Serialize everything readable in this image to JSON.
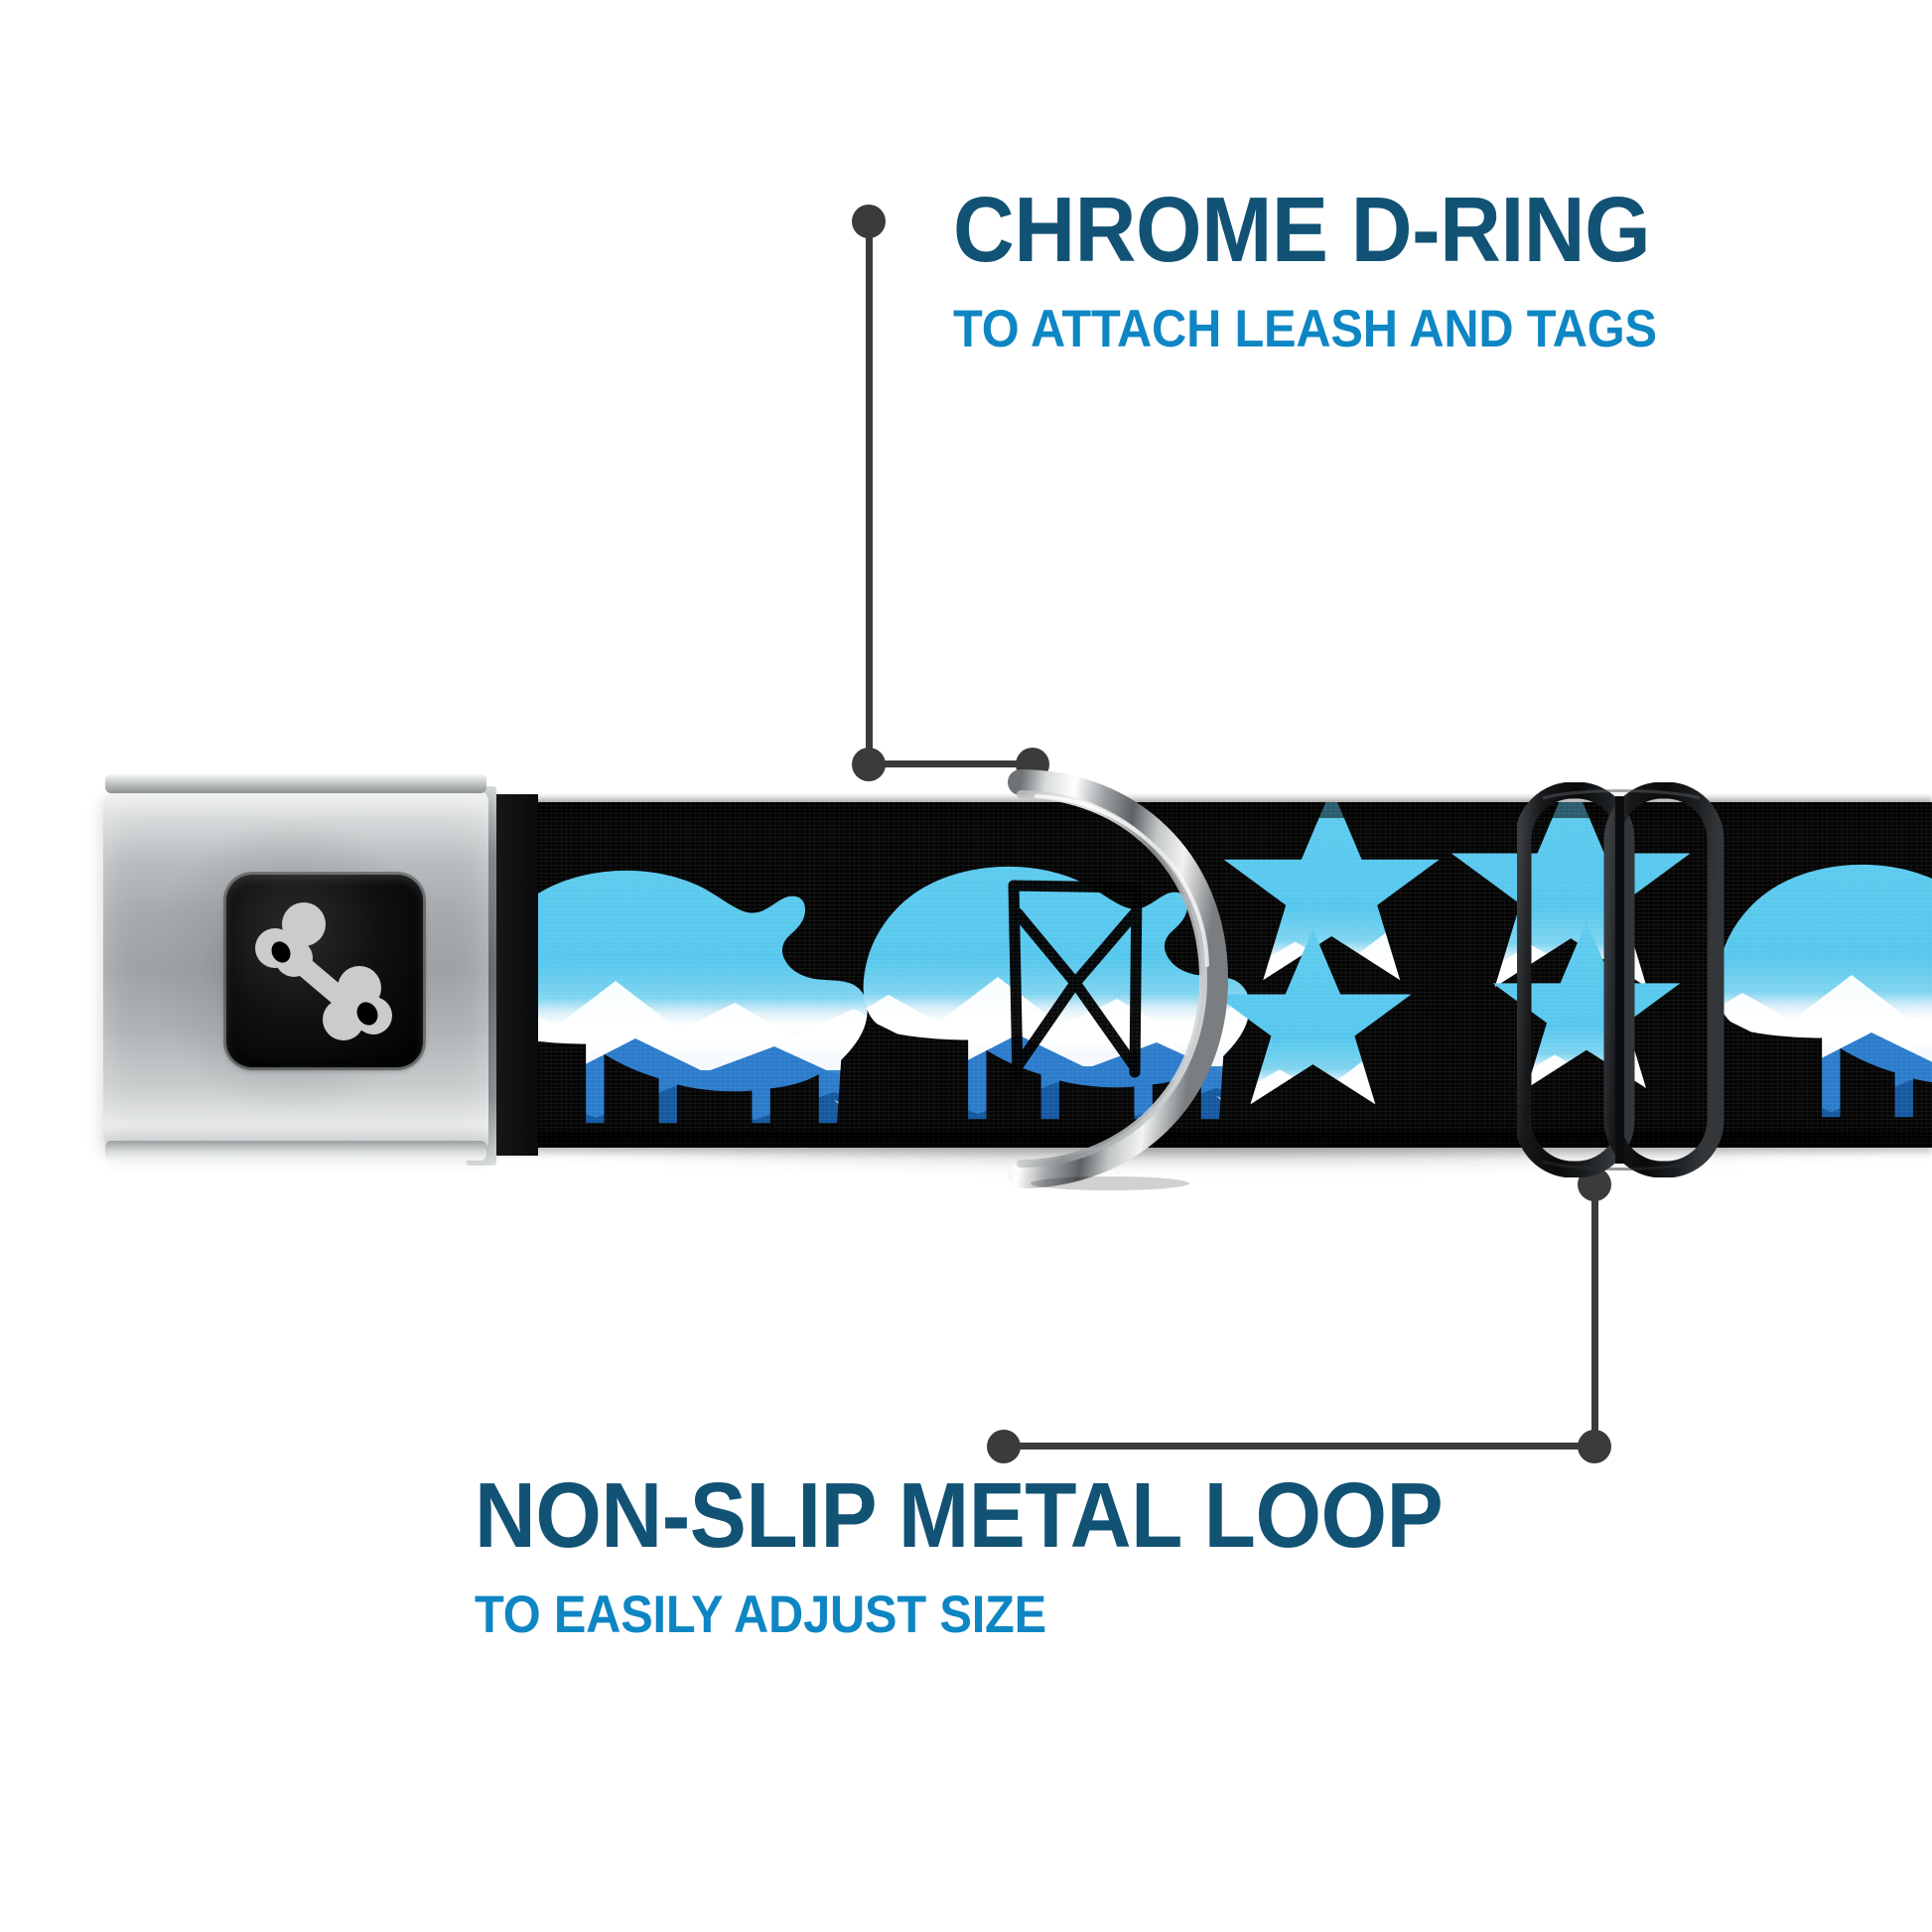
{
  "page": {
    "background": "#ffffff",
    "type": "product-feature-infographic",
    "product": "seatbelt-buckle dog collar"
  },
  "colors": {
    "title": "#125274",
    "subtitle": "#0E86C4",
    "leader_line": "#3B3B3B",
    "strap_base": "#050505",
    "pattern_sky": "#56C7ED",
    "pattern_snow": "#FFFFFF",
    "pattern_mountain": "#1E6FC4",
    "chrome_light": "#F2F3F4",
    "chrome_mid": "#9EA2A4",
    "chrome_dark": "#6E7274",
    "button_black": "#000000",
    "bone_gray": "#C9CBCC"
  },
  "callouts": [
    {
      "id": "chrome-d-ring",
      "title": "CHROME D-RING",
      "subtitle": "TO ATTACH LEASH AND TAGS",
      "position": "top-right",
      "points_to": "d-ring"
    },
    {
      "id": "non-slip-metal-loop",
      "title": "NON-SLIP METAL LOOP",
      "subtitle": "TO EASILY ADJUST SIZE",
      "position": "bottom-left",
      "points_to": "slider-loop"
    }
  ],
  "product_parts": {
    "buckle": {
      "name": "chrome seatbelt buckle",
      "finish": "polished chrome",
      "button": {
        "name": "release button",
        "color": "#000000",
        "icon": "dog-bone-icon",
        "icon_color": "#C9CBCC"
      }
    },
    "strap": {
      "name": "patterned webbing strap",
      "base_color": "#050505",
      "pattern_name": "bears and stars over snowy mountains",
      "motifs": [
        "bear-silhouette",
        "star",
        "bear-silhouette",
        "star",
        "star",
        "bear-silhouette"
      ]
    },
    "d_ring": {
      "name": "chrome D-ring",
      "finish": "polished chrome"
    },
    "slider_loop": {
      "name": "non-slip metal loop",
      "finish": "matte black metal",
      "shape": "double-chamber rounded rectangle"
    }
  }
}
